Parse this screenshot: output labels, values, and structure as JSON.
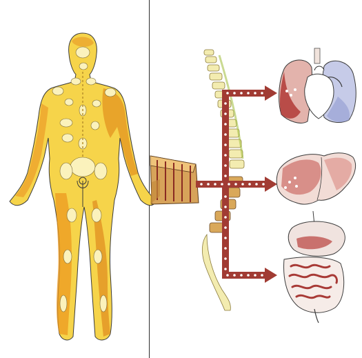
{
  "colors": {
    "skin_light": "#f7df52",
    "skin_mid": "#f2b52c",
    "skin_dark": "#e08a1e",
    "bone": "#fbf2bc",
    "organ_red": "#b33a3a",
    "organ_pink": "#e8b7b2",
    "lung_blue": "#b7bfe3",
    "arrow_red": "#9c3a33",
    "outline": "#3a3a3a"
  },
  "icons": {
    "figure": "human-body-back-view",
    "spine": "spinal-column",
    "nerve_block": "spinal-nerve-section",
    "organ_top": "lungs-heart",
    "organ_mid": "liver",
    "organ_bottom": "stomach-intestines"
  }
}
